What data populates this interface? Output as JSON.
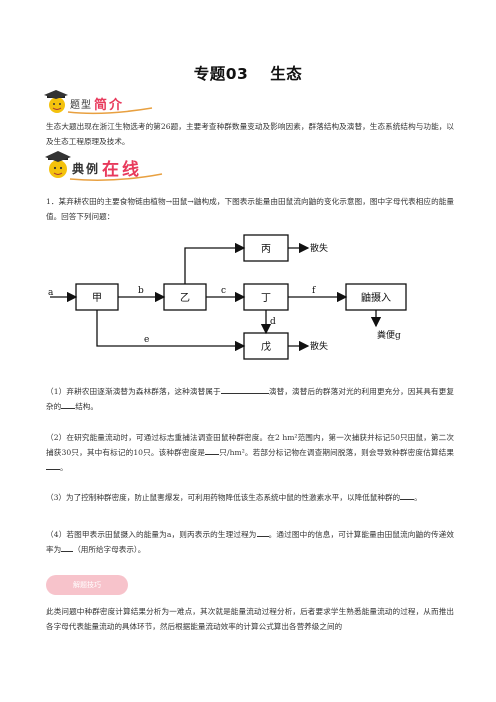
{
  "title": {
    "part1": "专题03",
    "part2": "生态"
  },
  "banner1": {
    "char1": "题",
    "char2": "型",
    "char3": "简",
    "char4": "介"
  },
  "intro": "生态大题出现在浙江生物选考的第26题，主要考查种群数量变动及影响因素，群落结构及演替，生态系统结构与功能，以及生态工程原理及技术。",
  "banner2": {
    "char1": "典",
    "char2": "例",
    "char3": "在",
    "char4": "线"
  },
  "question": {
    "stem": "1．某弃耕农田的主要食物链由植物→田鼠→鼬构成，下图表示能量由田鼠流向鼬的变化示意图，图中字母代表相应的能量值。回答下列问题：",
    "q1a": "（1）弃耕农田逐渐演替为森林群落，这种演替属于",
    "q1b": "演替，演替后的群落对光的利用更充分，因其具有更复杂的",
    "q1c": "结构。",
    "q2a": "（2）在研究能量流动时，可通过标志重捕法调查田鼠种群密度。在2 hm²范围内，第一次捕获并标记50只田鼠，第二次捕获30只，其中有标记的10只。该种群密度是",
    "q2b": "只/hm²。若部分标记物在调查期间脱落，则会导致种群密度估算结果",
    "q2c": "。",
    "q3a": "（3）为了控制种群密度，防止鼠害爆发，可利用药物降低该生态系统中鼠的性激素水平，以降低鼠种群的",
    "q3b": "。",
    "q4a": "（4）若图甲表示田鼠摄入的能量为a，则丙表示的生理过程为",
    "q4b": "。通过图中的信息，可计算能量由田鼠流向鼬的传递效率为",
    "q4c": "（用所给字母表示）。"
  },
  "diagram": {
    "boxes": {
      "jia": "甲",
      "yi": "乙",
      "bing": "丙",
      "ding": "丁",
      "wu": "戊",
      "you": "鼬摄入"
    },
    "labels": {
      "a": "a",
      "b": "b",
      "c": "c",
      "d": "d",
      "e": "e",
      "f": "f",
      "g": "粪便g",
      "loss1": "散失",
      "loss2": "散失"
    }
  },
  "tips_badge": "解题技巧",
  "analysis": "此类问题中种群密度计算结果分析为一难点，其次就是能量流动过程分析，后者要求学生熟悉能量流动的过程，从而推出各字母代表能量流动的具体环节，然后根据能量流动效率的计算公式算出各营养级之间的"
}
